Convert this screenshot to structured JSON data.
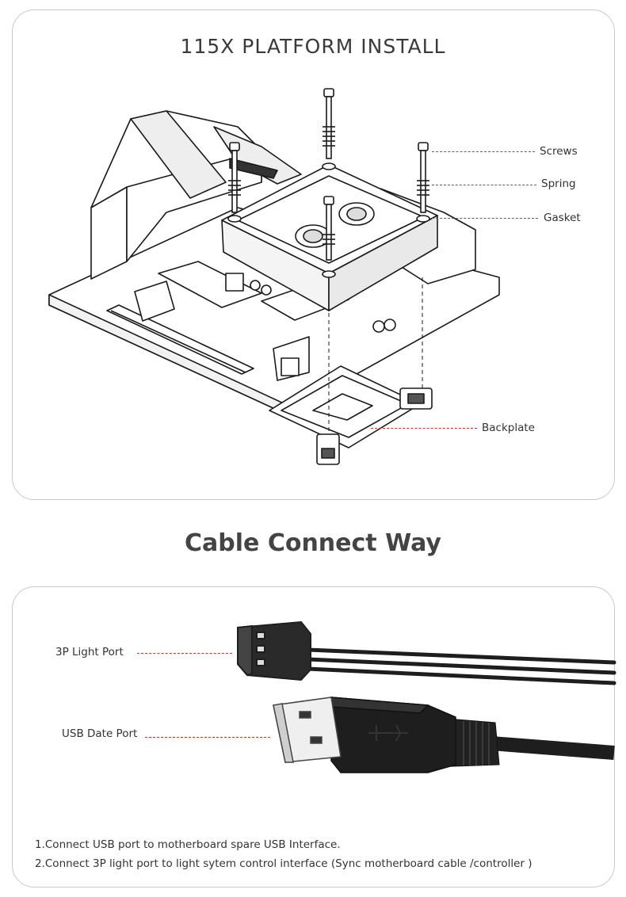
{
  "install_section": {
    "title": "115X PLATFORM INSTALL",
    "callouts": {
      "screws": "Screws",
      "spring": "Spring",
      "gasket": "Gasket",
      "backplate": "Backplate"
    }
  },
  "cable_section": {
    "heading": "Cable Connect Way",
    "labels": {
      "light_port": "3P Light Port",
      "usb_port": "USB Date Port"
    },
    "instructions": [
      "1.Connect USB port to motherboard spare USB Interface.",
      "2.Connect 3P light port to light sytem control interface (Sync motherboard cable /controller )"
    ]
  },
  "colors": {
    "leader_line": "#c0392b",
    "panel_border": "#c9c9c9",
    "cable_black": "#1e1e1e"
  }
}
